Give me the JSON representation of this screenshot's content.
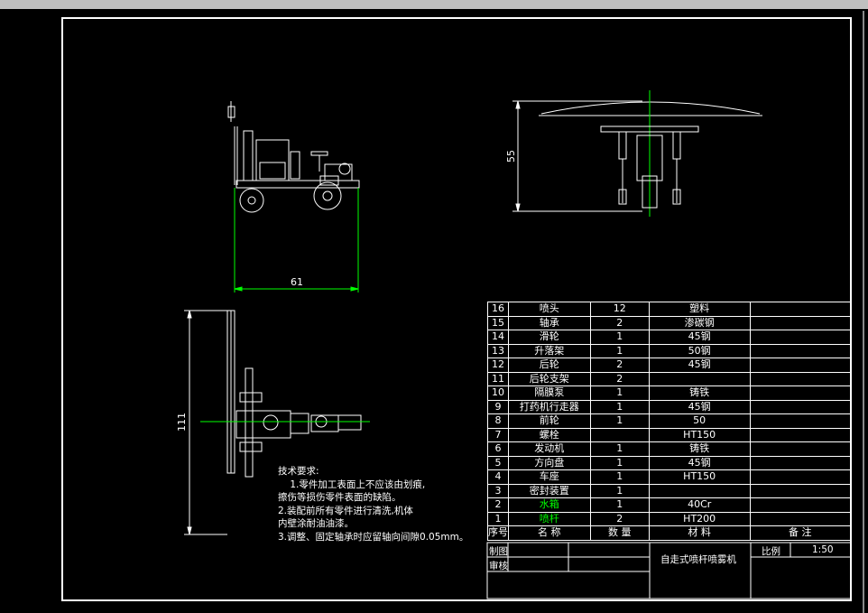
{
  "drawing": {
    "dimensions": {
      "side_length": "61",
      "front_height": "55",
      "top_length": "111"
    }
  },
  "parts_table": {
    "rows": [
      {
        "no": "16",
        "name": "喷头",
        "qty": "12",
        "material": "塑料",
        "remark": "",
        "highlight": false
      },
      {
        "no": "15",
        "name": "轴承",
        "qty": "2",
        "material": "渗碳钢",
        "remark": "",
        "highlight": false
      },
      {
        "no": "14",
        "name": "滑轮",
        "qty": "1",
        "material": "45钢",
        "remark": "",
        "highlight": false
      },
      {
        "no": "13",
        "name": "升落架",
        "qty": "1",
        "material": "50钢",
        "remark": "",
        "highlight": false
      },
      {
        "no": "12",
        "name": "后轮",
        "qty": "2",
        "material": "45钢",
        "remark": "",
        "highlight": false
      },
      {
        "no": "11",
        "name": "后轮支架",
        "qty": "2",
        "material": "",
        "remark": "",
        "highlight": false
      },
      {
        "no": "10",
        "name": "隔膜泵",
        "qty": "1",
        "material": "铸铁",
        "remark": "",
        "highlight": false
      },
      {
        "no": "9",
        "name": "打药机行走器",
        "qty": "1",
        "material": "45钢",
        "remark": "",
        "highlight": false
      },
      {
        "no": "8",
        "name": "前轮",
        "qty": "1",
        "material": "50",
        "remark": "",
        "highlight": false
      },
      {
        "no": "7",
        "name": "螺栓",
        "qty": "",
        "material": "HT150",
        "remark": "",
        "highlight": false
      },
      {
        "no": "6",
        "name": "发动机",
        "qty": "1",
        "material": "铸铁",
        "remark": "",
        "highlight": false
      },
      {
        "no": "5",
        "name": "方向盘",
        "qty": "1",
        "material": "45钢",
        "remark": "",
        "highlight": false
      },
      {
        "no": "4",
        "name": "车座",
        "qty": "1",
        "material": "HT150",
        "remark": "",
        "highlight": false
      },
      {
        "no": "3",
        "name": "密封装置",
        "qty": "1",
        "material": "",
        "remark": "",
        "highlight": false
      },
      {
        "no": "2",
        "name": "水箱",
        "qty": "1",
        "material": "40Cr",
        "remark": "",
        "highlight": true
      },
      {
        "no": "1",
        "name": "喷杆",
        "qty": "2",
        "material": "HT200",
        "remark": "",
        "highlight": true
      }
    ],
    "header": {
      "no": "序号",
      "name": "名    称",
      "qty": "数    量",
      "material": "材    料",
      "remark": "备    注"
    }
  },
  "title_block": {
    "made_by_label": "制图",
    "review_label": "审核",
    "title": "自走式喷杆喷雾机",
    "scale_label": "比例",
    "scale_value": "1:50"
  },
  "tech_requirements": {
    "heading": "技术要求:",
    "lines": [
      "    1.零件加工表面上不应该由划痕,",
      "擦伤等损伤零件表面的缺陷。",
      "2.装配前所有零件进行清洗,机体",
      "内壁涂耐油油漆。",
      "3.调整、固定轴承时应留轴向间隙0.05mm。"
    ]
  }
}
